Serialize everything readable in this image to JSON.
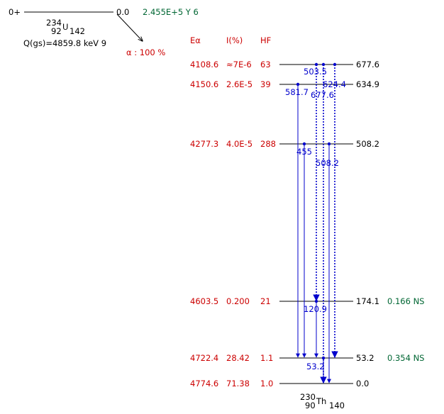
{
  "parent": {
    "spin": "0+",
    "mass": "234",
    "z": "92",
    "symbol": "U",
    "n": "142",
    "energy": "0.0",
    "halflife": "2.455E+5 Y 6",
    "qvalue": "Q(gs)=4859.8 keV 9"
  },
  "decay_mode": "α : 100 %",
  "columns": {
    "ealpha": "Eα",
    "intensity": "I(%)",
    "hf": "HF"
  },
  "daughter": {
    "mass": "230",
    "z": "90",
    "symbol": "Th",
    "n": "140"
  },
  "levels": [
    {
      "energy": "677.6",
      "ealpha": "4108.6",
      "intensity": "≈7E-6",
      "hf": "63",
      "halflife": ""
    },
    {
      "energy": "634.9",
      "ealpha": "4150.6",
      "intensity": "2.6E-5",
      "hf": "39",
      "halflife": ""
    },
    {
      "energy": "508.2",
      "ealpha": "4277.3",
      "intensity": "4.0E-5",
      "hf": "288",
      "halflife": ""
    },
    {
      "energy": "174.1",
      "ealpha": "4603.5",
      "intensity": "0.200",
      "hf": "21",
      "halflife": "0.166 NS"
    },
    {
      "energy": "53.2",
      "ealpha": "4722.4",
      "intensity": "28.42",
      "hf": "1.1",
      "halflife": "0.354 NS"
    },
    {
      "energy": "0.0",
      "ealpha": "4774.6",
      "intensity": "71.38",
      "hf": "1.0",
      "halflife": ""
    }
  ],
  "gammas": [
    {
      "label": "581.7",
      "from": 1,
      "to": 4,
      "style": "solid"
    },
    {
      "label": "455",
      "from": 2,
      "to": 4,
      "style": "solid"
    },
    {
      "label": "503.5",
      "from": 0,
      "to": 3,
      "style": "dotted"
    },
    {
      "label": "120.9",
      "from": 3,
      "to": 4,
      "style": "solid"
    },
    {
      "label": "677.6",
      "from": 0,
      "to": 5,
      "style": "dotted"
    },
    {
      "label": "508.2",
      "from": 2,
      "to": 5,
      "style": "solid"
    },
    {
      "label": "624.4",
      "from": 0,
      "to": 4,
      "style": "dotted"
    },
    {
      "label": "53.2",
      "from": 4,
      "to": 5,
      "style": "solid"
    }
  ],
  "colors": {
    "alpha": "#cc0000",
    "gamma": "#0000cc",
    "halflife": "#006633",
    "text": "#000000"
  }
}
